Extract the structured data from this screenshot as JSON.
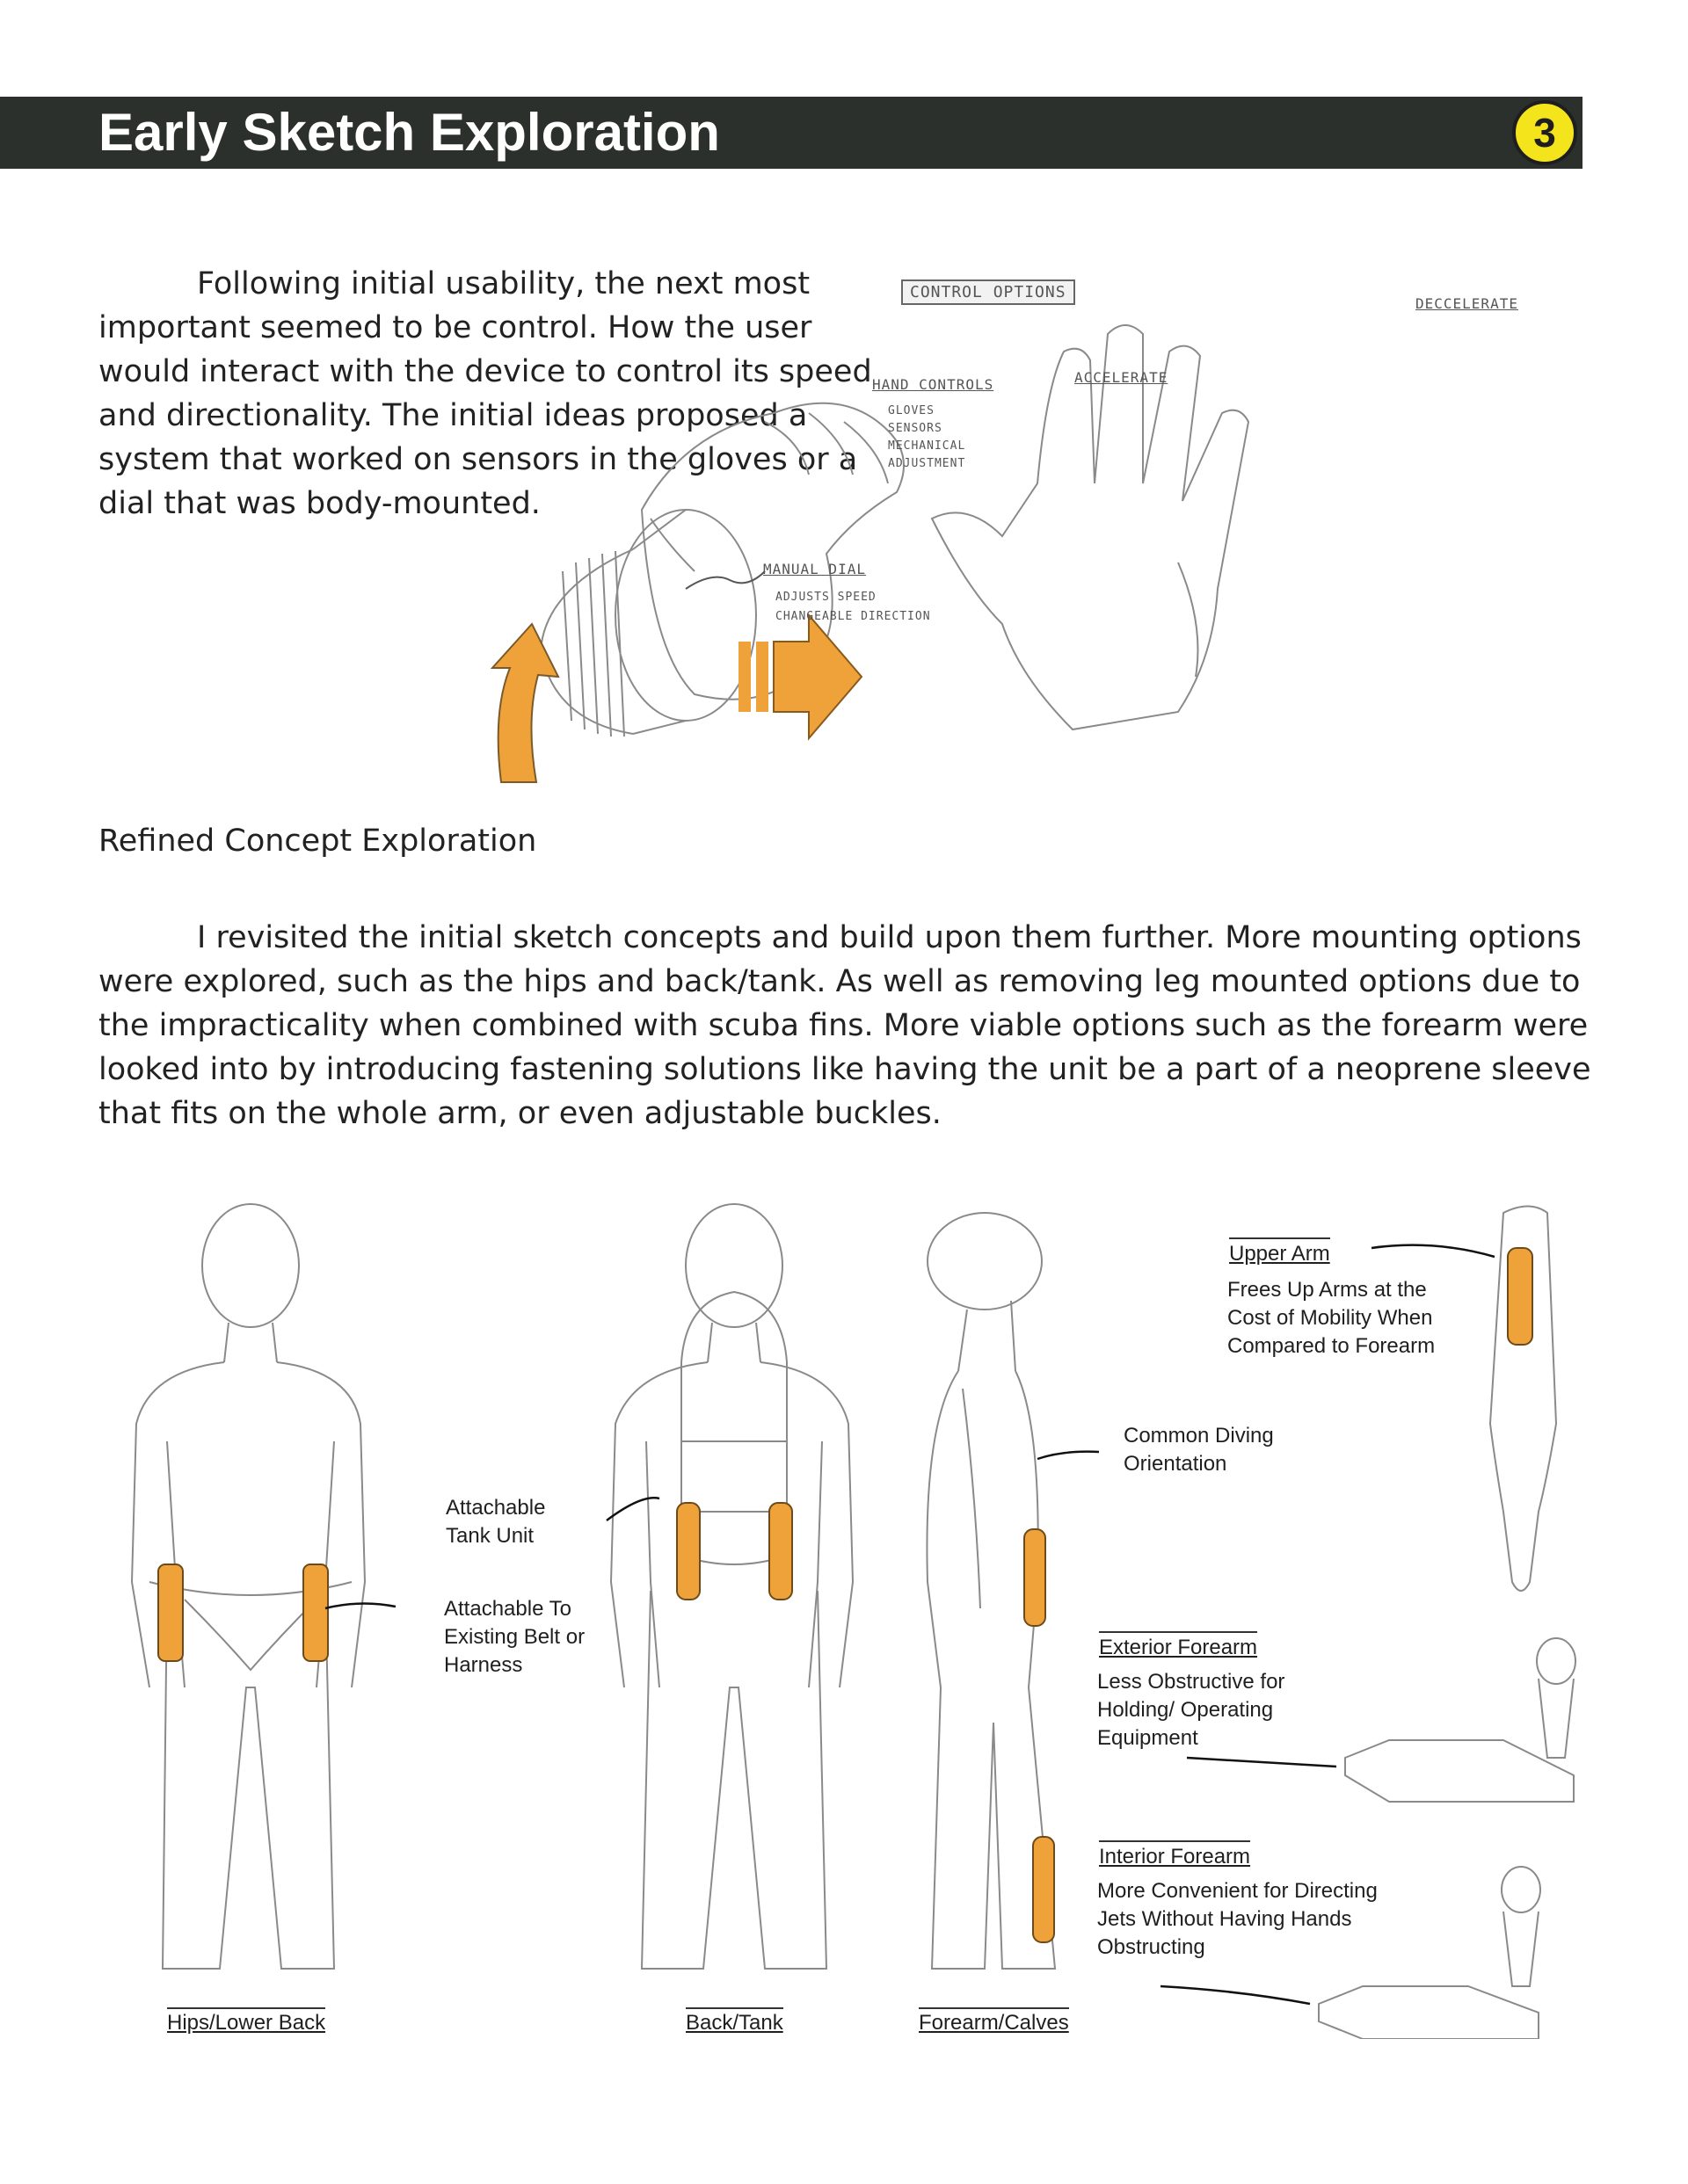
{
  "header": {
    "title": "Early Sketch Exploration",
    "page_number": "3"
  },
  "intro": {
    "text": "Following initial usability, the next most important seemed to be control. How the user would interact with the device to control its speed and directionality. The initial ideas proposed a system that worked on sensors in the gloves or a dial that was body-mounted."
  },
  "control_sketch": {
    "title": "CONTROL OPTIONS",
    "hand_controls": "HAND CONTROLS",
    "hand_items": [
      "GLOVES",
      "SENSORS",
      "MECHANICAL",
      "ADJUSTMENT"
    ],
    "accelerate": "ACCELERATE",
    "decelerate": "DECCELERATE",
    "manual_dial": "MANUAL DIAL",
    "dial_items": [
      "ADJUSTS SPEED",
      "CHANGEABLE DIRECTION"
    ]
  },
  "refined": {
    "heading": "Refined Concept Exploration",
    "text": "I revisited the initial sketch concepts and build upon them further. More mounting options were explored, such as the hips and back/tank. As well as removing leg mounted options due to the impracticality when combined with scuba fins. More viable options such as the forearm were looked into by introducing fastening solutions like having the unit be a part of a neoprene sleeve that fits on the whole arm, or even adjustable buckles."
  },
  "figures": {
    "attachable_belt": "Attachable To Existing Belt or Harness",
    "attachable_tank": "Attachable Tank Unit",
    "common_diving": "Common Diving Orientation",
    "upper_arm": {
      "title": "Upper Arm",
      "text": "Frees Up Arms at the Cost of Mobility When Compared to Forearm"
    },
    "exterior_forearm": {
      "title": "Exterior Forearm",
      "text": "Less Obstructive for Holding/ Operating Equipment"
    },
    "interior_forearm": {
      "title": "Interior Forearm",
      "text": "More Convenient for Directing Jets Without Having Hands Obstructing"
    },
    "captions": [
      "Hips/Lower Back",
      "Back/Tank",
      "Forearm/Calves"
    ]
  },
  "colors": {
    "header_bg": "#2b302d",
    "badge": "#f4e41c",
    "accent_orange": "#f0a23a",
    "sketch_line": "#8a8a8a"
  }
}
